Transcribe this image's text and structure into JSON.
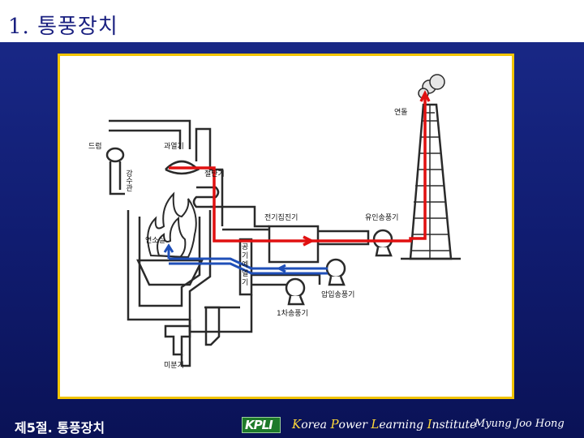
{
  "header": {
    "title": "1. 통풍장치"
  },
  "diagram": {
    "labels": {
      "drum": "드럼",
      "superheater": "과열기",
      "downcomer": "강수관",
      "reheater": "절탄기",
      "furnace": "연소실",
      "precipitator": "전기집진기",
      "idfan": "유인송풍기",
      "stack": "연돌",
      "airheater_chars": [
        "공",
        "기",
        "예",
        "열",
        "기"
      ],
      "fdfan": "압입송풍기",
      "pafan": "1차송풍기",
      "pulverizer": "미분기"
    },
    "colors": {
      "flue_gas": "#e01010",
      "air": "#1f4fb8",
      "lines": "#2a2a2a"
    }
  },
  "footer": {
    "section": "제5절. 통풍장치",
    "logo_text": "KPLI",
    "institute_words": [
      {
        "cap": "K",
        "rest": "orea"
      },
      {
        "cap": "P",
        "rest": "ower"
      },
      {
        "cap": "L",
        "rest": "earning"
      },
      {
        "cap": "I",
        "rest": "nstitute"
      }
    ],
    "author": "Myung Joo Hong"
  }
}
